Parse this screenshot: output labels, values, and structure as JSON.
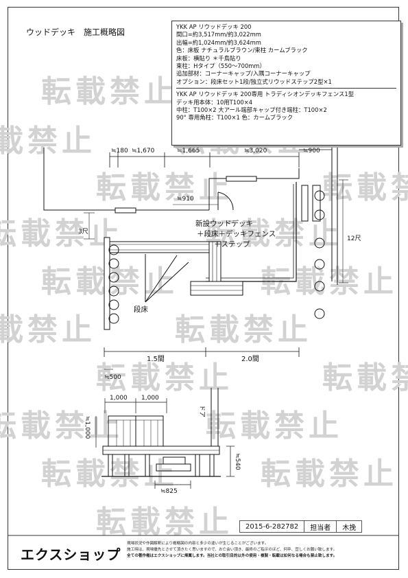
{
  "title": "ウッドデッキ　施工概略図",
  "spec": {
    "group1": [
      "YKK AP リウッドデッキ 200",
      "間口=約3,517mm/約3,022mm",
      "出幅=約1,024mm/約3,624mm",
      "色：床板 ナチュラルブラウン/束柱 カームブラック",
      "床板：横貼り ＊千鳥貼り",
      "束柱：Hタイプ（550〜700mm）",
      "追加部材：コーナーキャップ/入隅コーナーキャップ",
      "オプション：段床セット1段/独立式リウッドステップ2型×1"
    ],
    "group2": [
      "YKK AP リウッドデッキ 200専用 トラディシオンデッキフェンス1型",
      "デッキ用本体：10用T100×4",
      "中柱：T100×2 大アール端部キャップ付き端柱：T100×2",
      "90° 専用角柱：T100×1 色：カームブラック"
    ]
  },
  "plan": {
    "dims_top": [
      "≒180",
      "≒1,670",
      "≒1,665",
      "≒3,020",
      "≒900"
    ],
    "dim_910": "≒910",
    "dim_3shaku": "3尺",
    "dim_12shaku": "12尺",
    "deck_label": [
      "新設ウッドデッキ",
      "＋段床＋デッキフェンス",
      "＋ステップ"
    ],
    "step_label": "段床",
    "dims_bottom": [
      "1.5間",
      "2.0間"
    ],
    "dim_500": "≒500"
  },
  "elevation": {
    "dims_top": [
      "1,000",
      "1,000"
    ],
    "dim_height": "≒1,000",
    "door_label": "ドア",
    "dim_540": "≒540",
    "dim_825": "≒825"
  },
  "watermark": "転載禁止",
  "footer": {
    "doc_no": "2015-6-282782",
    "staff_label": "担当者",
    "staff_name": "木挽",
    "logo": "エクスショップ",
    "notice": [
      "現場状況や作図解釈により概略図の内容と多少の違いが生じることがございます。",
      "施工時は、現場優先とさせて頂きたく思いますので、お亡会い頂き、最終のご指示のほど、何卒、宜しくお願い致します。"
    ],
    "notice_bold": "全ての著作権はエクスショップに帰属します。当社との取引目的以外の使用・複製・転載は如何なる場合も禁止致します。"
  }
}
